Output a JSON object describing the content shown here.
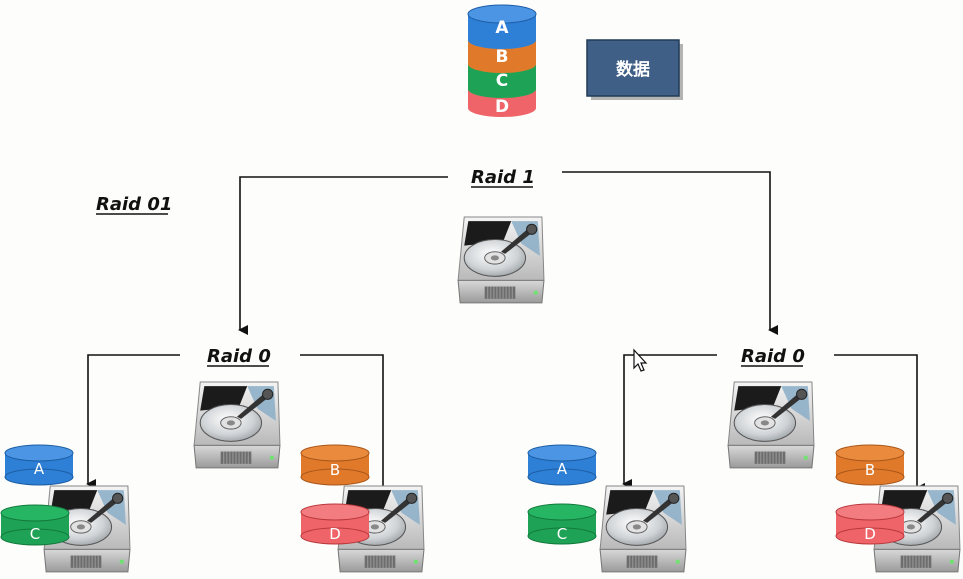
{
  "legend": {
    "stack_segments": [
      {
        "label": "A",
        "color": "#2e7fd6"
      },
      {
        "label": "B",
        "color": "#e07a2a"
      },
      {
        "label": "C",
        "color": "#1ea255"
      },
      {
        "label": "D",
        "color": "#ef6468"
      }
    ],
    "data_box_label": "数据",
    "data_box_color": "#3f5f87"
  },
  "labels": {
    "raid01": "Raid 01",
    "raid1": "Raid 1",
    "raid0_left": "Raid 0",
    "raid0_right": "Raid 0"
  },
  "disks": {
    "left_a": "A",
    "left_c": "C",
    "left_b": "B",
    "left_d": "D",
    "right_a": "A",
    "right_c": "C",
    "right_b": "B",
    "right_d": "D"
  },
  "colors": {
    "A": "#2e7fd6",
    "B": "#e07a2a",
    "C": "#1ea255",
    "D": "#ef6468",
    "line": "#111111"
  },
  "icons": [
    "hard-drive-icon",
    "mouse-cursor-icon",
    "database-cylinder-icon"
  ]
}
